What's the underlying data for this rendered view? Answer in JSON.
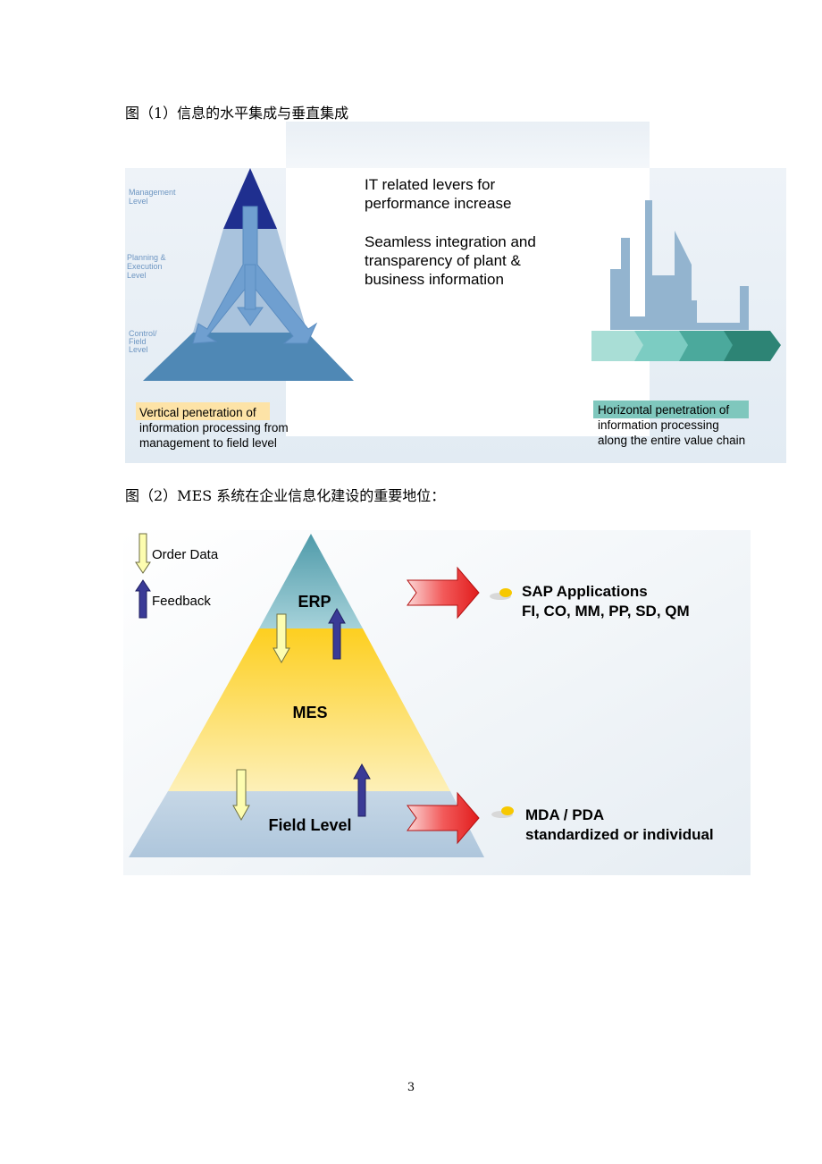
{
  "captions": {
    "fig1": "图（1）信息的水平集成与垂直集成",
    "fig2": "图（2）MES 系统在企业信息化建设的重要地位："
  },
  "figure1": {
    "levels": {
      "management": [
        "Management",
        "Level"
      ],
      "planning": [
        "Planning &",
        "Execution",
        "Level"
      ],
      "control": [
        "Control/",
        "Field",
        "Level"
      ]
    },
    "headline": [
      "IT related levers for",
      "performance increase"
    ],
    "subline": [
      "Seamless integration and",
      "transparency of plant &",
      "business information"
    ],
    "vertical": {
      "highlight": "Vertical penetration",
      "rest": " of",
      "lines": [
        "information processing from",
        "management to field level"
      ]
    },
    "horizontal": {
      "highlight": "Horizontal penetration",
      "rest": " of",
      "lines": [
        "information processing",
        "along the entire value chain"
      ]
    },
    "colors": {
      "apex": "#1f2f8f",
      "middle": "#a9c3dd",
      "base": "#4f88b5",
      "arrow": "#6f9fd0",
      "highlight_vertical": "#fde3a7",
      "highlight_horizontal": "#7fc7bd"
    }
  },
  "figure2": {
    "legend": {
      "order_data": "Order Data",
      "feedback": "Feedback"
    },
    "layers": {
      "erp": "ERP",
      "mes": "MES",
      "field": "Field Level"
    },
    "right_labels": {
      "top": [
        "SAP Applications",
        "FI, CO, MM, PP, SD, QM"
      ],
      "bottom": [
        "MDA / PDA",
        "standardized or individual"
      ]
    },
    "colors": {
      "erp": "#6fb0bc",
      "mes": "#fdd84a",
      "field": "#b9cfe2",
      "order_arrow": "#fdfdb0",
      "feedback_arrow": "#3a3a96",
      "red_arrow": "#ee2a2a"
    }
  },
  "page_number": "3"
}
